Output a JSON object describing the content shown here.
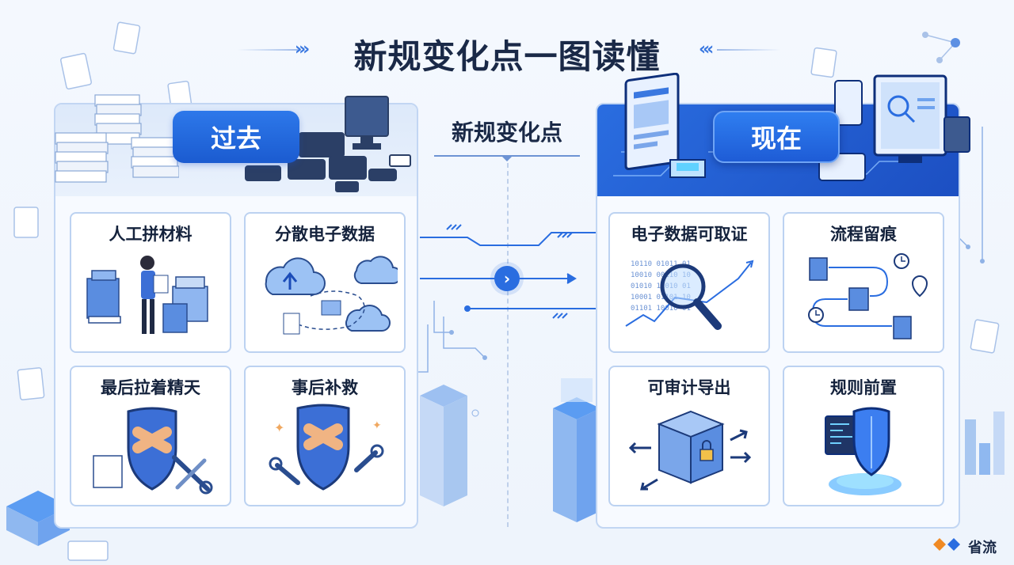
{
  "title": "新规变化点一图读懂",
  "center": {
    "label": "新规变化点"
  },
  "past": {
    "label": "过去",
    "cards": [
      {
        "title": "人工拼材料",
        "icon": "worker-files-icon"
      },
      {
        "title": "分散电子数据",
        "icon": "cloud-scatter-icon"
      },
      {
        "title": "最后拉着精天",
        "icon": "shield-wrench-icon"
      },
      {
        "title": "事后补救",
        "icon": "shield-bandage-icon"
      }
    ]
  },
  "now": {
    "label": "现在",
    "cards": [
      {
        "title": "电子数据可取证",
        "icon": "magnifier-data-icon"
      },
      {
        "title": "流程留痕",
        "icon": "process-trail-icon"
      },
      {
        "title": "可审计导出",
        "icon": "locked-box-export-icon"
      },
      {
        "title": "规则前置",
        "icon": "shield-rule-icon"
      }
    ]
  },
  "footer": {
    "logo_text": "省流"
  },
  "colors": {
    "primary": "#2a6de0",
    "navy": "#1a2947",
    "border": "#bcd2f1"
  }
}
